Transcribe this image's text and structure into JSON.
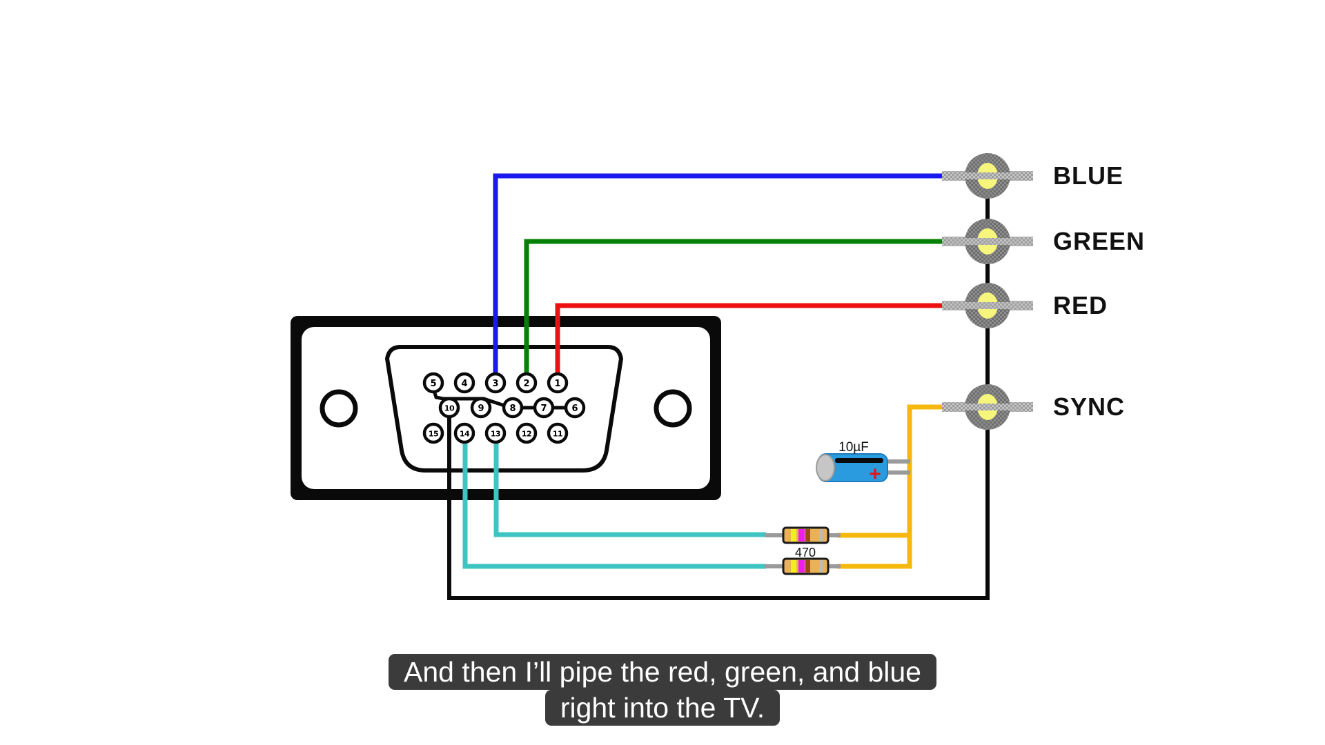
{
  "subtitle": {
    "line1": "And then I’ll pipe the red, green, and blue",
    "line2": "right into the TV."
  },
  "connector": {
    "pins": {
      "p1": "1",
      "p2": "2",
      "p3": "3",
      "p4": "4",
      "p5": "5",
      "p6": "6",
      "p7": "7",
      "p8": "8",
      "p9": "9",
      "p10": "10",
      "p11": "11",
      "p12": "12",
      "p13": "13",
      "p14": "14",
      "p15": "15"
    }
  },
  "rca_jacks": [
    {
      "label": "BLUE"
    },
    {
      "label": "GREEN"
    },
    {
      "label": "RED"
    },
    {
      "label": "SYNC"
    }
  ],
  "capacitor": {
    "value_label": "10µF",
    "polarity_label": "+"
  },
  "resistor": {
    "value_label": "470"
  },
  "colors": {
    "wire_blue": "#1a1aef",
    "wire_green": "#068006",
    "wire_red": "#ee1111",
    "wire_teal": "#3fc4c4",
    "wire_yellow": "#f6b80c",
    "wire_black": "#0a0a0a",
    "resistor_body": "#e9b158",
    "capacitor_body": "#2b9bdf",
    "rca_gray": "#8d8d8d",
    "rca_center_yellow": "#f6f67c",
    "caption_bg": "#3b3b3b"
  }
}
